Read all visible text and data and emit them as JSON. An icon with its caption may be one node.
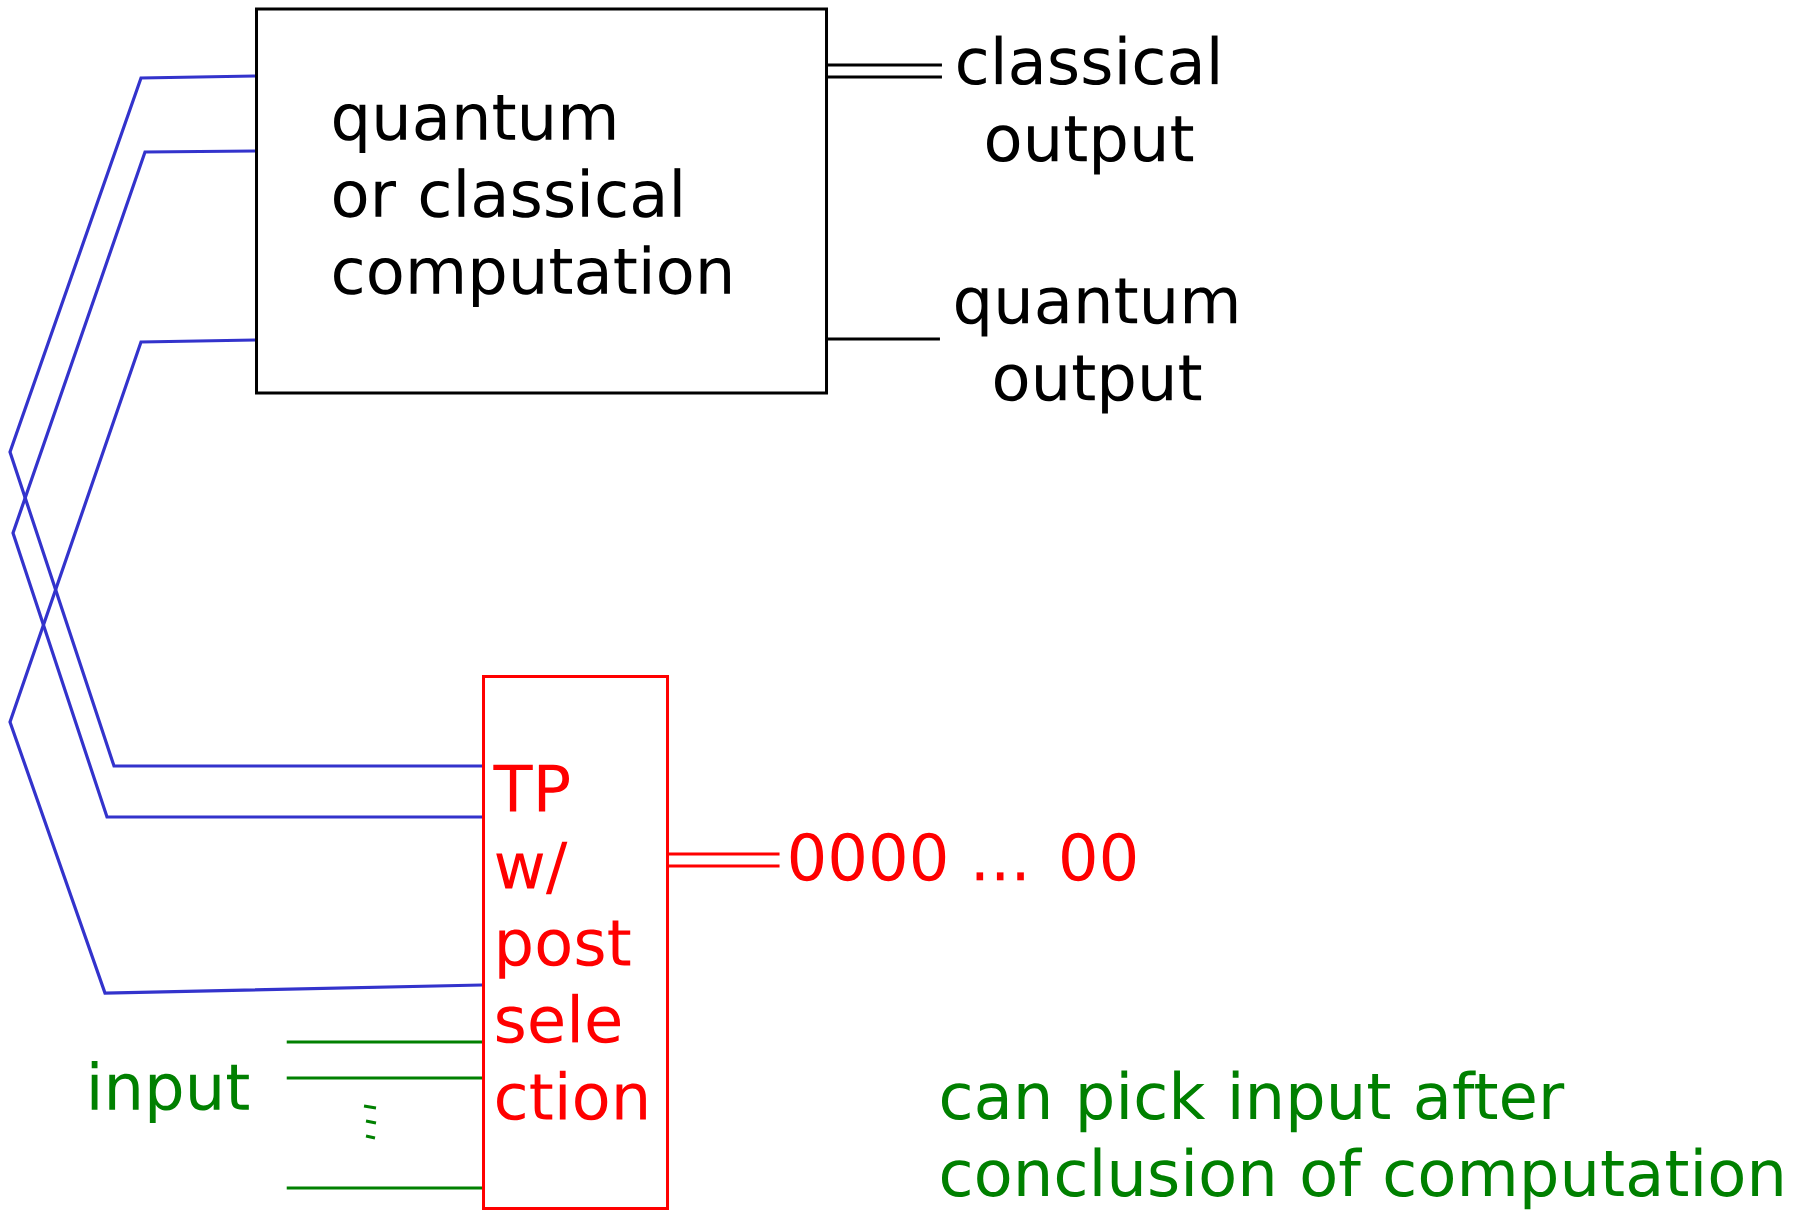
{
  "diagram": {
    "nodes": [
      {
        "text": [
          "quantum or classical computation"
        ]
      },
      {
        "text": [
          "classical output"
        ]
      },
      {
        "text": [
          "quantum output"
        ]
      },
      {
        "text": [
          "TP w/ post sele ction"
        ]
      },
      {
        "text": [
          "0000 ... 00"
        ]
      },
      {
        "text": [
          "input"
        ]
      }
    ],
    "edges": [
      {
        "from": 0,
        "to": 1,
        "arrow": "none",
        "color": "#000000"
      },
      {
        "from": 0,
        "to": 2,
        "arrow": "none",
        "color": "#000000"
      },
      {
        "from": 3,
        "to": 4,
        "arrow": "none",
        "color": "#ff0000"
      },
      {
        "from": 0,
        "to": 3,
        "arrow": "none",
        "color": "#3333cc"
      },
      {
        "from": 0,
        "to": 3,
        "arrow": "none",
        "color": "#3333cc"
      },
      {
        "from": 0,
        "to": 3,
        "arrow": "none",
        "color": "#3333cc"
      },
      {
        "from": 5,
        "to": 3,
        "arrow": "none",
        "color": "#008000"
      },
      {
        "from": 5,
        "to": 3,
        "arrow": "none",
        "color": "#008000"
      },
      {
        "from": 5,
        "to": 3,
        "arrow": "none",
        "color": "#008000"
      }
    ],
    "labels": [
      "can pick input after conclusion of computation"
    ]
  }
}
